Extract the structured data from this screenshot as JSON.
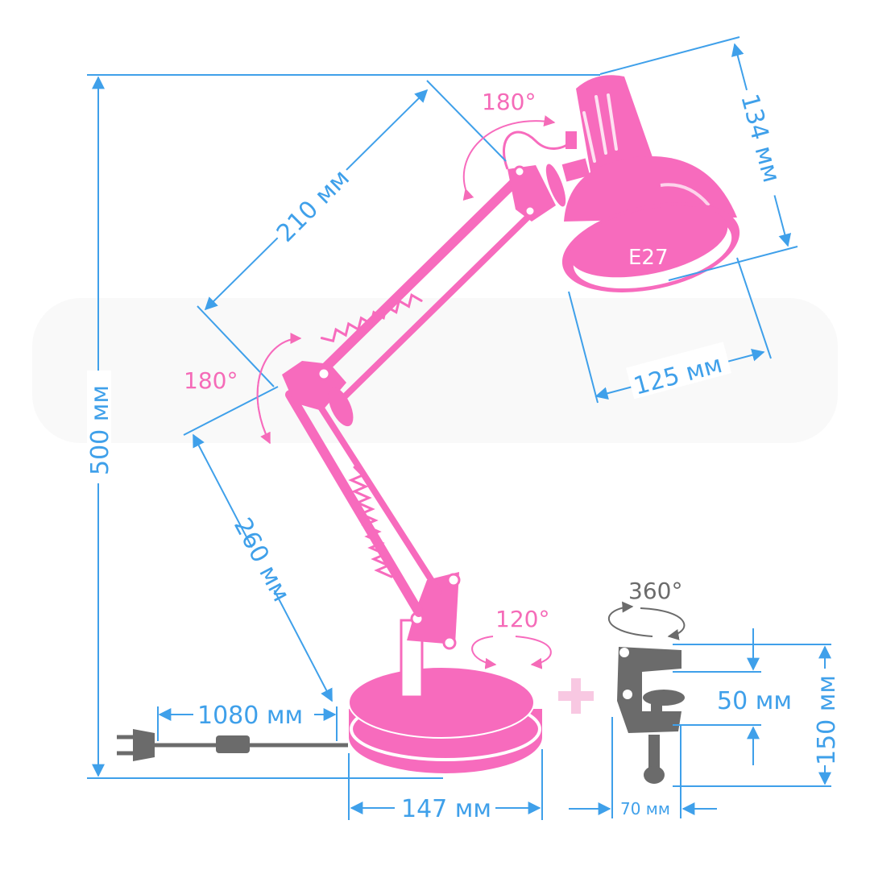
{
  "dimensions": {
    "height_total": "500 мм",
    "upper_arm": "210 мм",
    "lower_arm": "260 мм",
    "shade_height": "134 мм",
    "shade_diameter": "125 мм",
    "cord_length": "1080 мм",
    "base_diameter": "147 мм",
    "clamp_width": "70 мм",
    "clamp_opening": "50 мм",
    "clamp_height": "150 мм"
  },
  "angles": {
    "head": "180°",
    "elbow": "180°",
    "base": "120°",
    "clamp": "360°"
  },
  "socket_label": "E27",
  "colors": {
    "lamp": "#f76bbd",
    "dimension": "#3fa0ea",
    "clamp": "#6b6b6b"
  }
}
